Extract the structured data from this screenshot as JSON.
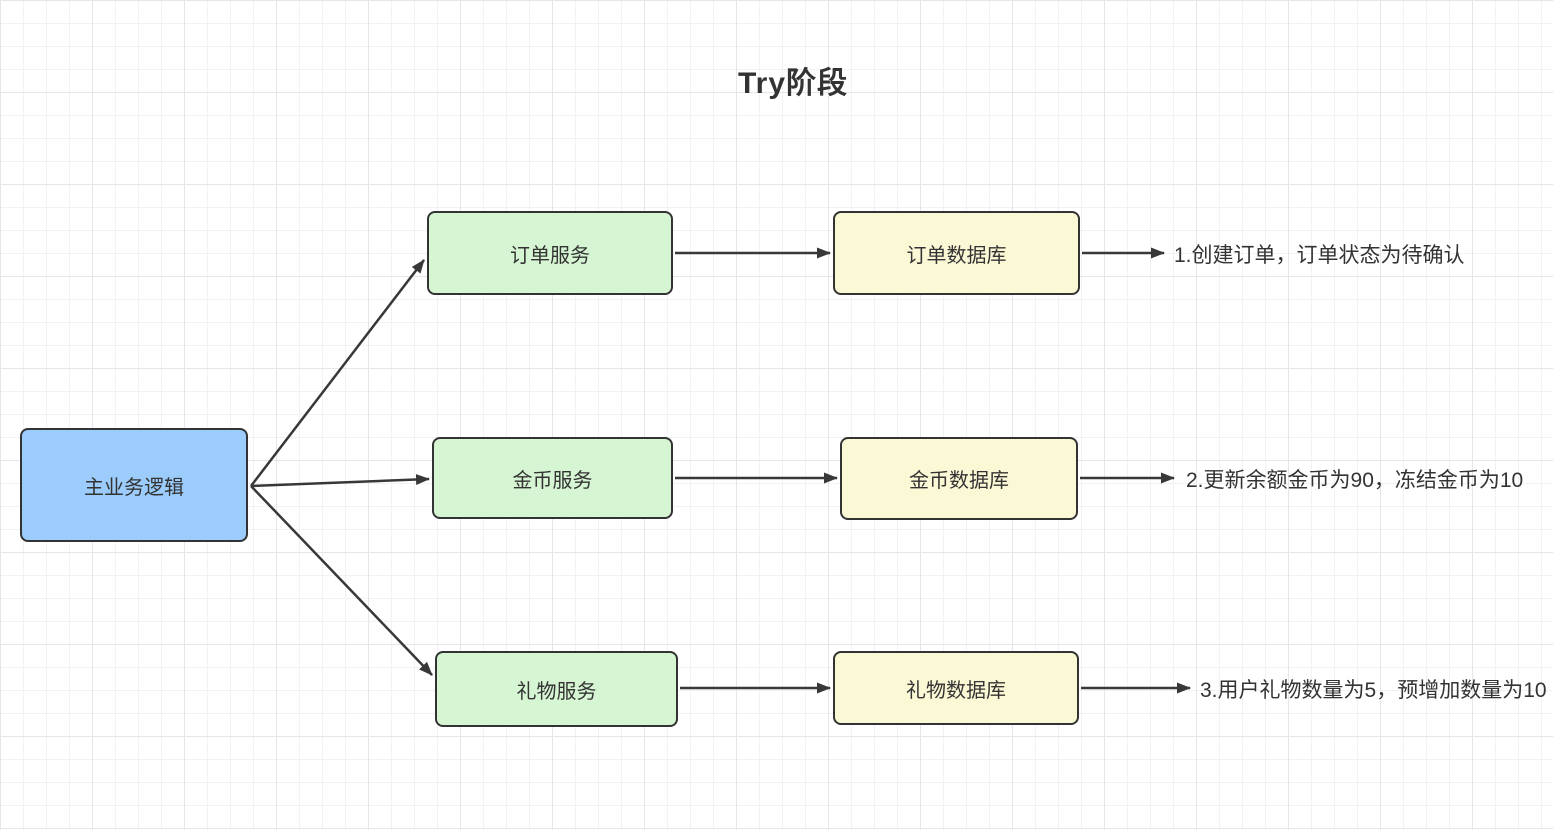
{
  "title": "Try阶段",
  "colors": {
    "main-fill": "#9bccfb",
    "service-fill": "#d6f5d3",
    "database-fill": "#fbf8d5",
    "node-border": "#333333",
    "arrow": "#383838",
    "text": "#333333"
  },
  "main_node": {
    "label": "主业务逻辑"
  },
  "rows": [
    {
      "service": "订单服务",
      "database": "订单数据库",
      "note": "1.创建订单，订单状态为待确认"
    },
    {
      "service": "金币服务",
      "database": "金币数据库",
      "note": "2.更新余额金币为90，冻结金币为10"
    },
    {
      "service": "礼物服务",
      "database": "礼物数据库",
      "note": "3.用户礼物数量为5，预增加数量为10"
    }
  ]
}
